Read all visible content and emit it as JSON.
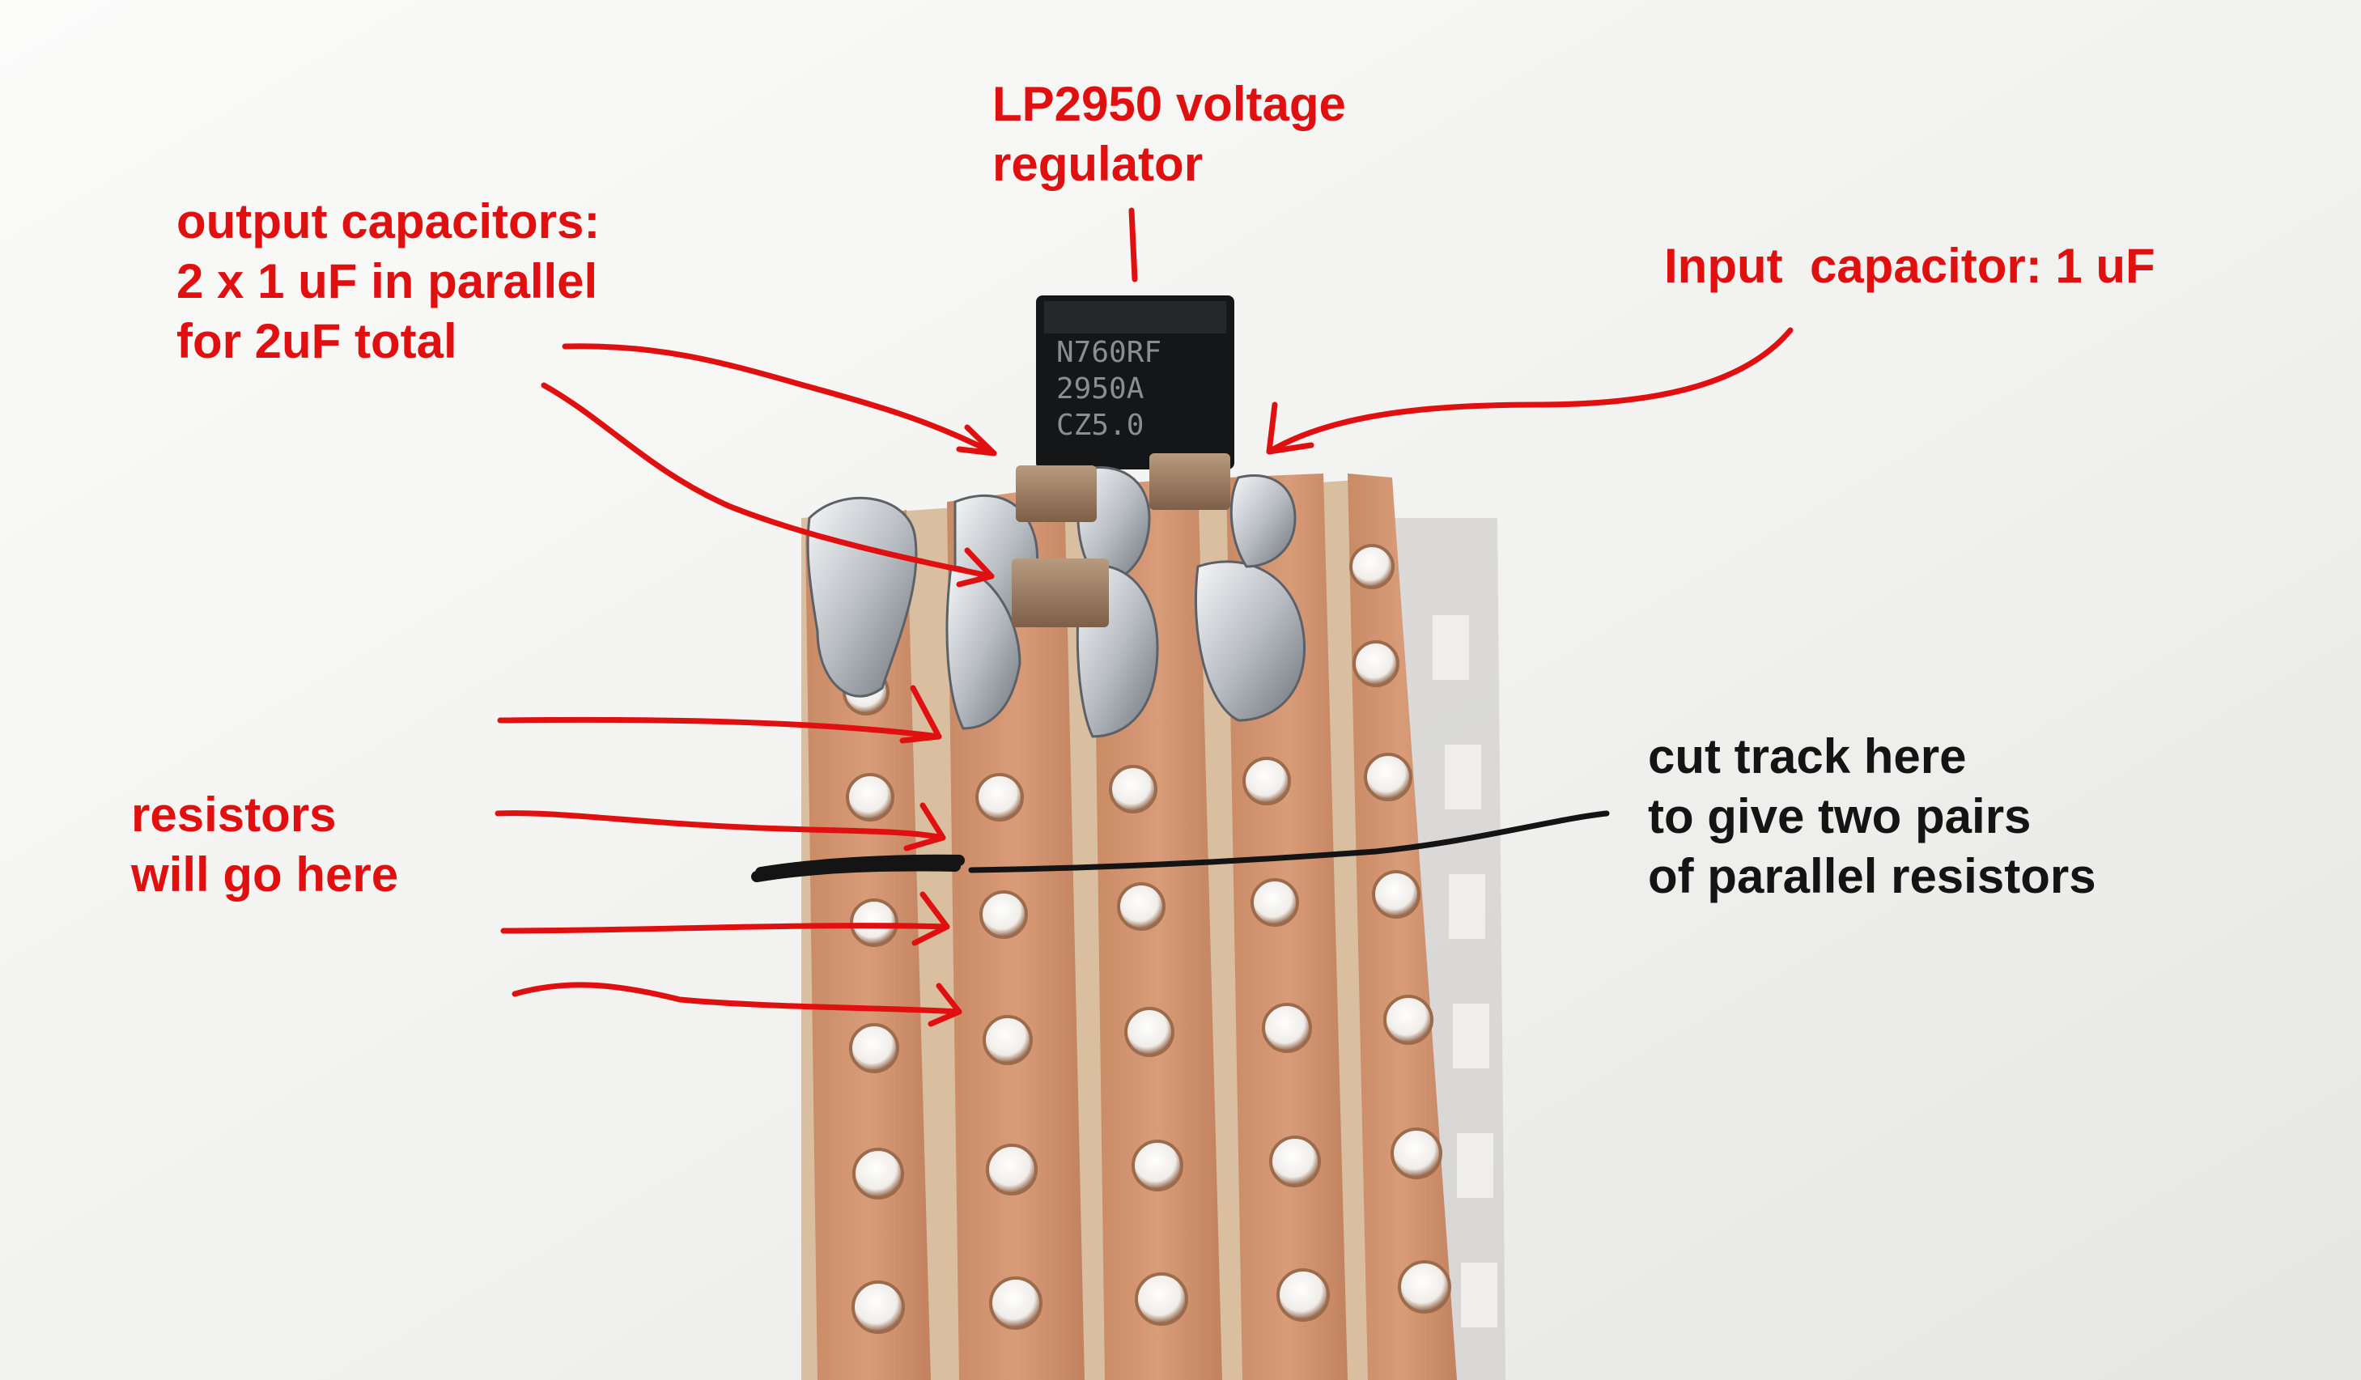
{
  "labels": {
    "regulator": [
      "LP2950 voltage",
      "regulator"
    ],
    "output_caps": [
      "output capacitors:",
      "2 x 1 uF in parallel",
      "for 2uF total"
    ],
    "input_cap": [
      "Input  capacitor: 1 uF"
    ],
    "resistors": [
      "resistors",
      "will go here"
    ],
    "cut_track": [
      "cut track here",
      "to give two pairs",
      "of parallel resistors"
    ]
  },
  "chip_marking": [
    "N760RF",
    "2950A",
    "CZ5.0"
  ],
  "colors": {
    "annotation_red": "#e01010",
    "annotation_black": "#141414",
    "background": "#f3f3f1",
    "copper": "#c98a66",
    "solder": "#d9dcdf"
  }
}
